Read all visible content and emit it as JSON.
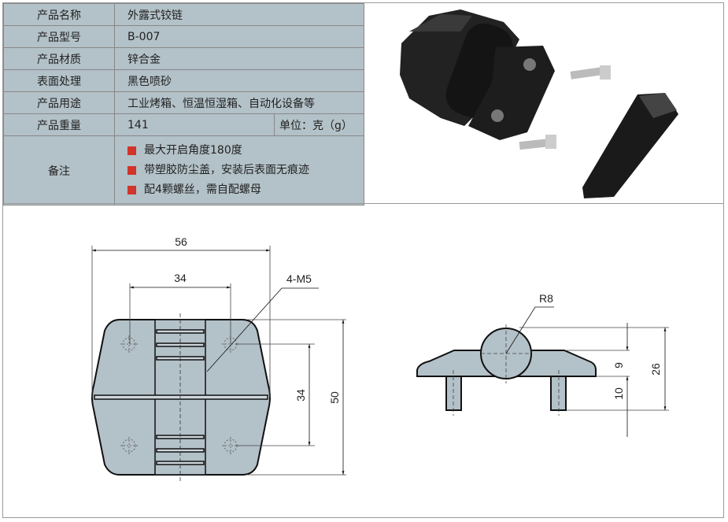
{
  "specs": [
    {
      "label": "产品名称",
      "value": "外露式铰链"
    },
    {
      "label": "产品型号",
      "value": "B-007"
    },
    {
      "label": "产品材质",
      "value": "锌合金"
    },
    {
      "label": "表面处理",
      "value": "黑色喷砂"
    },
    {
      "label": "产品用途",
      "value": "工业烤箱、恒温恒湿箱、自动化设备等"
    },
    {
      "label": "产品重量",
      "value": "141",
      "unit": "单位：克（g）"
    }
  ],
  "notes": {
    "label": "备注",
    "items": [
      "最大开启角度180度",
      "带塑胶防尘盖，安装后表面无痕迹",
      "配4颗螺丝，需自配螺母"
    ],
    "bullet_color": "#d1342b"
  },
  "drawing_front": {
    "width": "56",
    "hole_spacing_x": "34",
    "hole_spec": "4-M5",
    "hole_spacing_y": "34",
    "height": "50"
  },
  "drawing_side": {
    "radius": "R8",
    "plate": "9",
    "peg": "10",
    "total": "26"
  },
  "colors": {
    "table_bg": "#b3c1c8",
    "part_fill": "#b3c1c8"
  }
}
